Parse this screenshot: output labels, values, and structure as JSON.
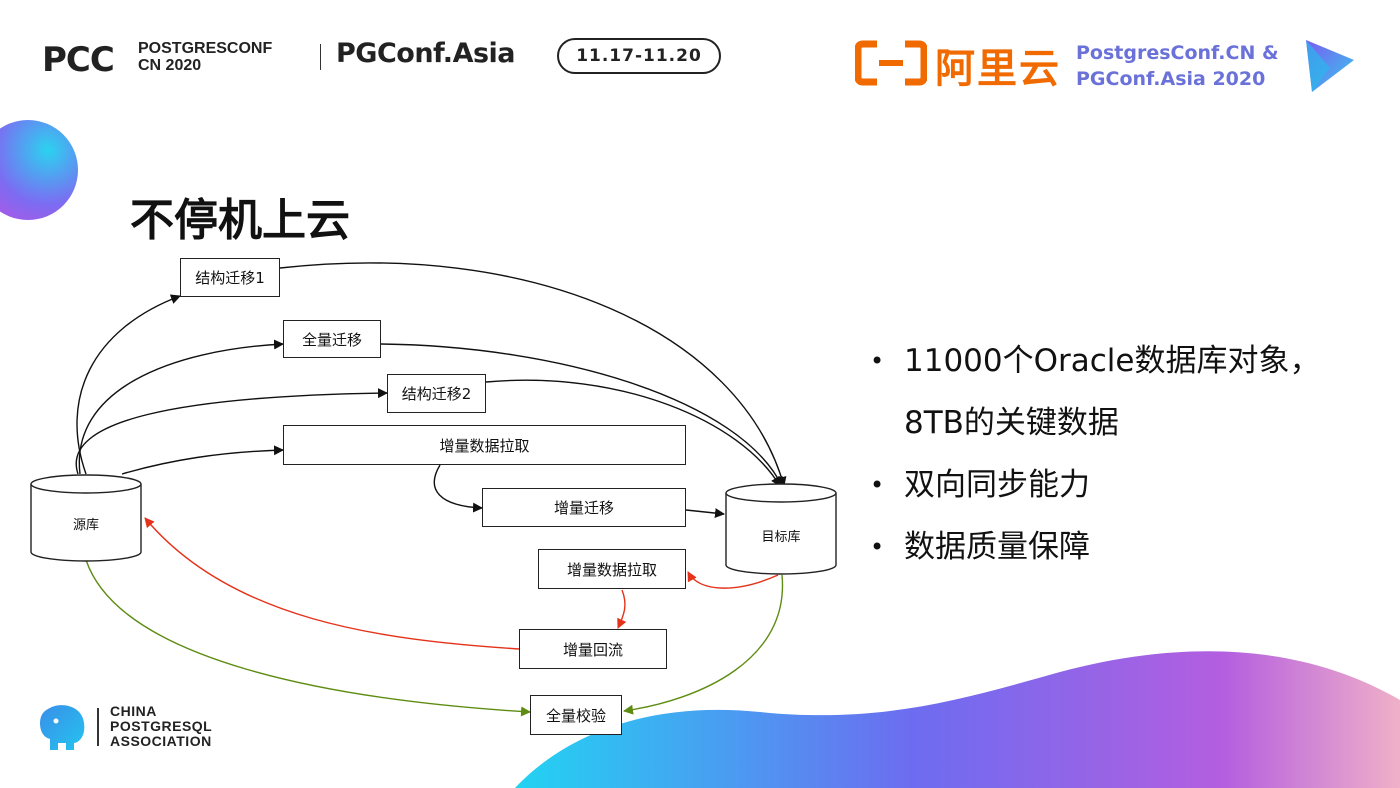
{
  "header": {
    "pcc_logo": "PCC",
    "pcc_sub_line1": "POSTGRESCONF",
    "pcc_sub_line2": "CN 2020",
    "pgconf": "PGConf.Asia",
    "date": "11.17-11.20",
    "aliyun_text": "阿里云",
    "conf_right_line1": "PostgresConf.CN &",
    "conf_right_line2": "PGConf.Asia 2020"
  },
  "title": "不停机上云",
  "diagram": {
    "source_db": "源库",
    "target_db": "目标库",
    "boxes": {
      "schema1": "结构迁移1",
      "full": "全量迁移",
      "schema2": "结构迁移2",
      "incr_pull": "增量数据拉取",
      "incr_migrate": "增量迁移",
      "incr_pull_back": "增量数据拉取",
      "incr_return": "增量回流",
      "full_check": "全量校验"
    },
    "colors": {
      "black": "#111111",
      "red": "#e5321b",
      "green": "#5e8c12"
    }
  },
  "bullets": {
    "b1_line1": "11000个Oracle数据库对象，",
    "b1_line2": "8TB的关键数据",
    "b2": "双向同步能力",
    "b3": "数据质量保障"
  },
  "footer": {
    "line1": "CHINA",
    "line2": "POSTGRESQL",
    "line3": "ASSOCIATION"
  }
}
